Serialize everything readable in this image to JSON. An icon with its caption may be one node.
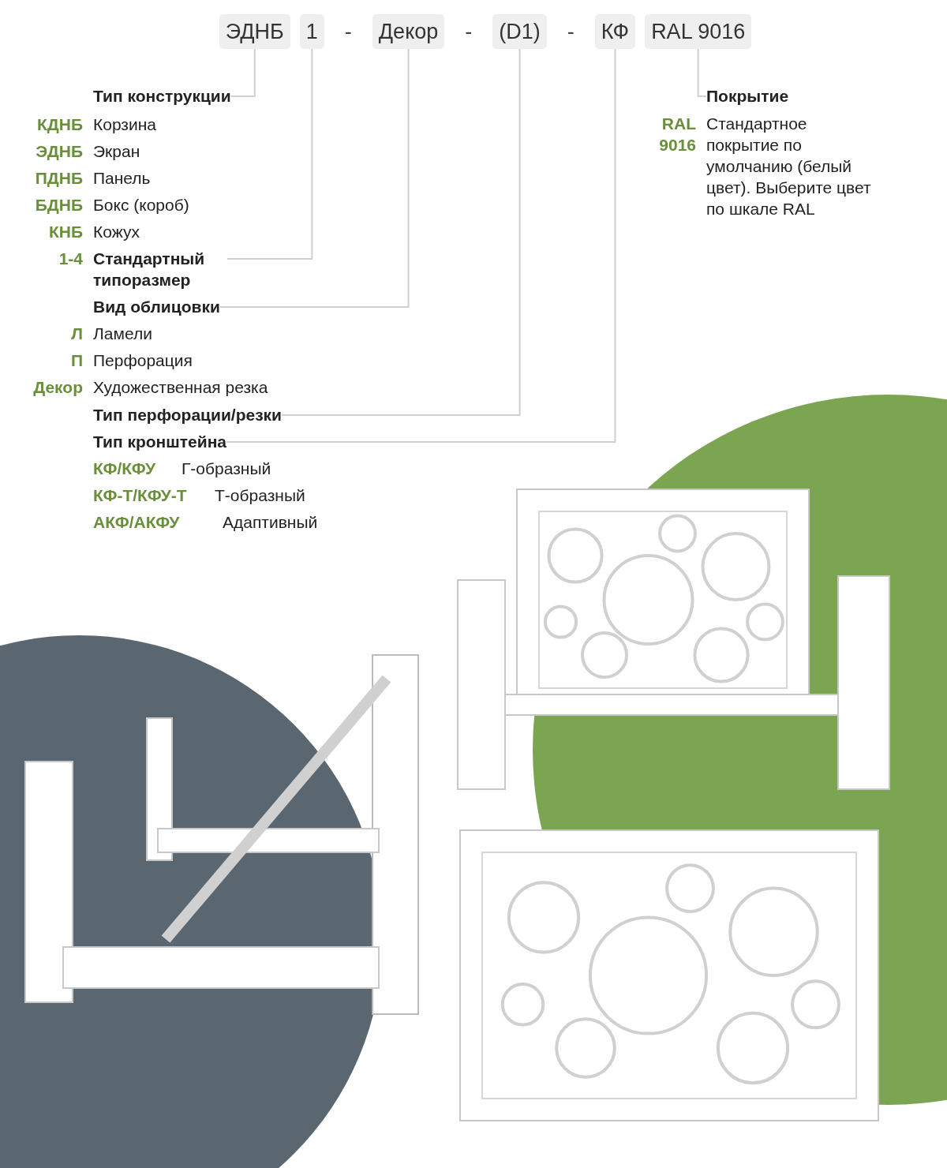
{
  "diagram": {
    "nodes": [
      {
        "text": [
          "ЭДНБ"
        ]
      },
      {
        "text": [
          "1"
        ]
      },
      {
        "text": [
          "Декор"
        ]
      },
      {
        "text": [
          "(D1)"
        ]
      },
      {
        "text": [
          "КФ"
        ]
      },
      {
        "text": [
          "RAL 9016"
        ]
      },
      {
        "text": [
          "Тип конструкции"
        ]
      },
      {
        "text": [
          "Стандартный типоразмер"
        ]
      },
      {
        "text": [
          "Вид облицовки"
        ]
      },
      {
        "text": [
          "Тип перфорации/резки"
        ]
      },
      {
        "text": [
          "Тип кронштейна"
        ]
      },
      {
        "text": [
          "Покрытие"
        ]
      }
    ],
    "edges": [
      {
        "from": 0,
        "to": 6,
        "arrow": "none"
      },
      {
        "from": 1,
        "to": 7,
        "arrow": "none"
      },
      {
        "from": 2,
        "to": 8,
        "arrow": "none"
      },
      {
        "from": 3,
        "to": 9,
        "arrow": "none"
      },
      {
        "from": 4,
        "to": 10,
        "arrow": "none"
      },
      {
        "from": 5,
        "to": 11,
        "arrow": "none"
      }
    ],
    "labels": [
      "-",
      "-",
      "-",
      "КДНБ",
      "Корзина",
      "ЭДНБ",
      "Экран",
      "ПДНБ",
      "Панель",
      "БДНБ",
      "Бокс (короб)",
      "КНБ",
      "Кожух",
      "1-4",
      "Л",
      "Ламели",
      "П",
      "Перфорация",
      "Декор",
      "Художественная резка",
      "КФ/КФУ",
      "Г-образный",
      "КФ-Т/КФУ-Т",
      "Т-образный",
      "АКФ/АКФУ",
      "Адаптивный",
      "RAL 9016",
      "Стандартное покрытие по умолчанию (белый цвет). Выберите цвет по шкале RAL"
    ]
  }
}
